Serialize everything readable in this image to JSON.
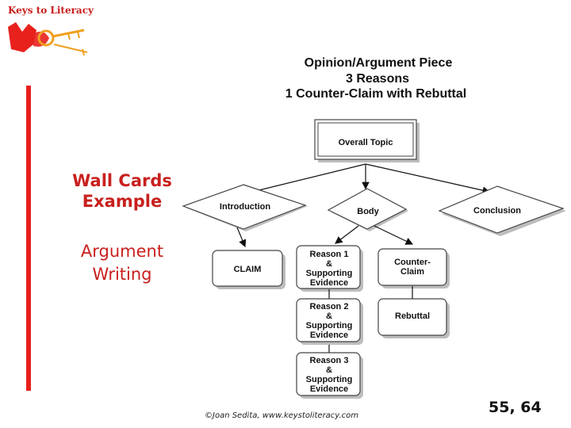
{
  "logo": {
    "text": "Keys to Literacy"
  },
  "slide": {
    "title": "Wall Cards Example",
    "title_line1": "Wall Cards",
    "title_line2": "Example",
    "subtitle_line1": "Argument",
    "subtitle_line2": "Writing",
    "accent_color": "#e8211d"
  },
  "diagram": {
    "heading_line1": "Opinion/Argument Piece",
    "heading_line2": "3 Reasons",
    "heading_line3": "1 Counter-Claim with Rebuttal",
    "overall_topic": "Overall Topic",
    "introduction": "Introduction",
    "body": "Body",
    "conclusion": "Conclusion",
    "claim": "CLAIM",
    "reason1": [
      "Reason 1",
      "&",
      "Supporting",
      "Evidence"
    ],
    "reason2": [
      "Reason 2",
      "&",
      "Supporting",
      "Evidence"
    ],
    "reason3": [
      "Reason 3",
      "&",
      "Supporting",
      "Evidence"
    ],
    "counter_claim": [
      "Counter-",
      "Claim"
    ],
    "rebuttal": "Rebuttal"
  },
  "footer": {
    "copyright": "©Joan Sedita, ",
    "website": "www.keystoliteracy.com"
  },
  "page_number": "55, 64"
}
